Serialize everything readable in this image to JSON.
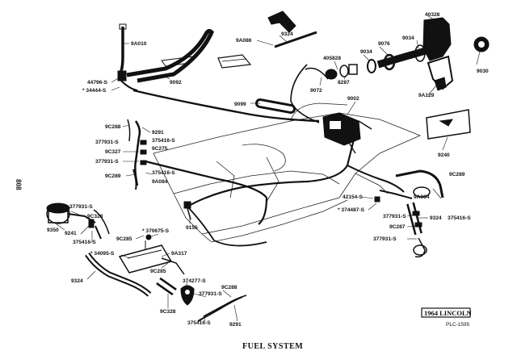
{
  "title": "FUEL SYSTEM",
  "page_number": "808",
  "badge": {
    "model": "1964 LINCOLN",
    "code": "PLC-1595"
  },
  "parts": {
    "p9A010": "9A010",
    "p44796": "44796-S",
    "p34444": "* 34444-S",
    "p9092": "9092",
    "p9A086": "9A086",
    "p9324_top": "9324",
    "p40328": "40328",
    "p405828": "405828",
    "p9034_a": "9034",
    "p9076": "9076",
    "p9034_b": "9034",
    "p9030": "9030",
    "p8287": "8287",
    "p9072": "9072",
    "p9A129": "9A129",
    "p9099": "9099",
    "p9002": "9002",
    "p9C288_l": "9C288",
    "p9291_l": "9291",
    "p375416_a": "375416-S",
    "p377931_a": "377931-S",
    "p9C275": "9C275",
    "p9C327": "9C327",
    "p377931_b": "377931-S",
    "p9C289_l": "9C289",
    "p375416_b": "375416-S",
    "p9A084_l": "9A084",
    "p9240": "9240",
    "p9C289_r": "9C289",
    "p42154": "42154-S",
    "p9A084_r": "9A084",
    "p374487": "* 374487-S",
    "p377931_r": "377931-S",
    "p9324_r": "9324",
    "p375416_r": "375416-S",
    "p9C287": "9C287",
    "p377931_r2": "377931-S",
    "p377931_c": "377931-S",
    "p9C328_l": "9C328",
    "p9350": "9350",
    "p9241": "9241",
    "p375416_c": "375416-S",
    "p9C285_a": "9C285",
    "p370675": "* 370675-S",
    "p9155": "9155",
    "p34095": "* 34095-S",
    "p9A317": "9A317",
    "p9C285_b": "9C285",
    "p9324_bl": "9324",
    "p374277": "374277-S",
    "p377931_d": "377931-S",
    "p9C288_b": "9C288",
    "p9C328_b": "9C328",
    "p375416_d": "375416-S",
    "p9291_b": "9291"
  }
}
